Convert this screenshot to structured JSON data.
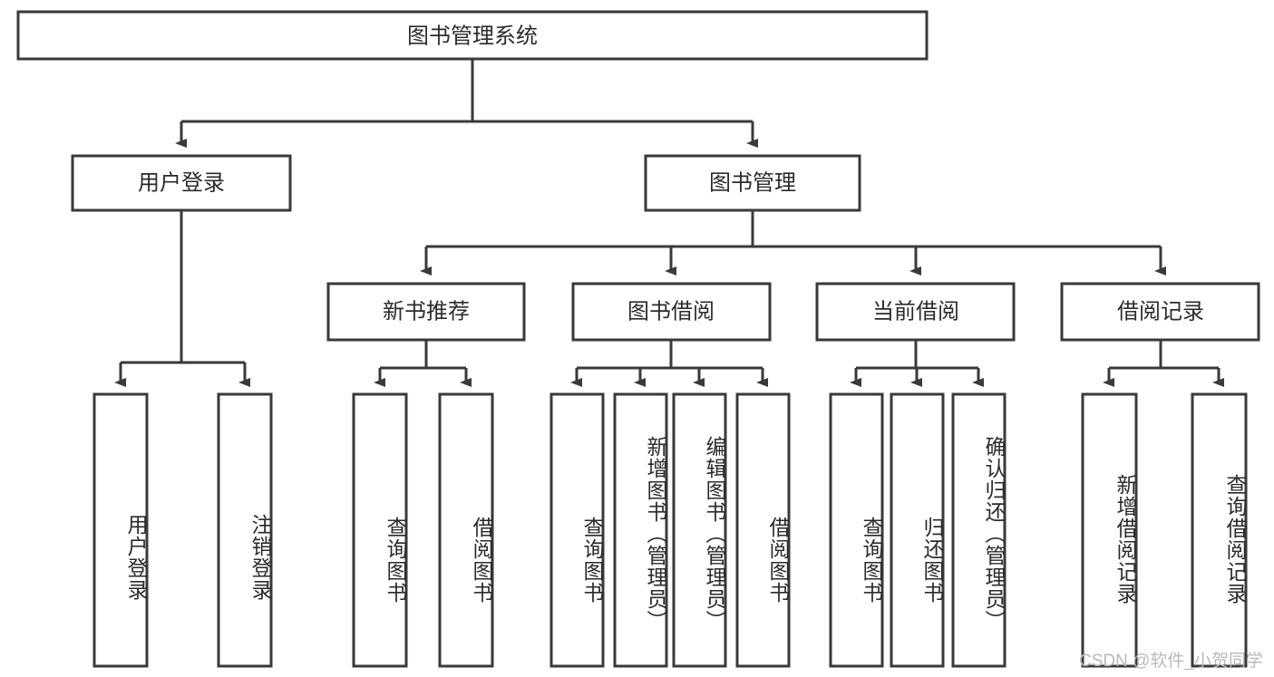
{
  "diagram": {
    "title": "图书管理系统",
    "watermark": "CSDN @软件_小贺同学",
    "accent_color": "#3a3a3a",
    "text_color": "#2b2b2b",
    "background_color": "#ffffff",
    "root": {
      "label": "图书管理系统"
    },
    "level2": [
      {
        "label": "用户登录"
      },
      {
        "label": "图书管理"
      }
    ],
    "level3": [
      {
        "label": "新书推荐"
      },
      {
        "label": "图书借阅"
      },
      {
        "label": "当前借阅"
      },
      {
        "label": "借阅记录"
      }
    ],
    "leaves": {
      "user_login": [
        {
          "label": "用户登录"
        },
        {
          "label": "注销登录"
        }
      ],
      "new_book_recommend": [
        {
          "label": "查询图书"
        },
        {
          "label": "借阅图书"
        }
      ],
      "book_borrow": [
        {
          "label": "查询图书"
        },
        {
          "label": "新增图书（管理员）"
        },
        {
          "label": "编辑图书（管理员）"
        },
        {
          "label": "借阅图书"
        }
      ],
      "current_borrow": [
        {
          "label": "查询图书"
        },
        {
          "label": "归还图书"
        },
        {
          "label": "确认归还（管理员）"
        }
      ],
      "borrow_record": [
        {
          "label": "新增借阅记录"
        },
        {
          "label": "查询借阅记录"
        }
      ]
    }
  }
}
